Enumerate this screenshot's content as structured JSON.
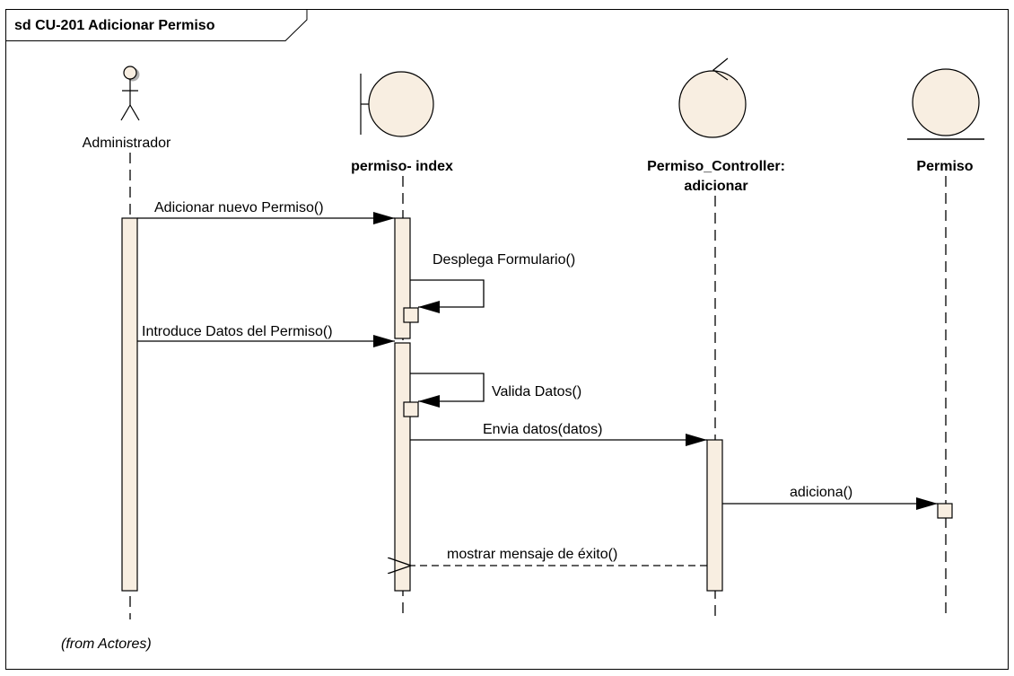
{
  "frame": {
    "title": "sd CU-201 Adicionar Permiso"
  },
  "lifelines": {
    "actor": {
      "name": "Administrador",
      "note": "(from Actores)",
      "icon": "actor-stick-figure-icon"
    },
    "boundary": {
      "name": "permiso- index",
      "icon": "boundary-icon"
    },
    "control": {
      "name_line1": "Permiso_Controller:",
      "name_line2": "adicionar",
      "icon": "control-icon"
    },
    "entity": {
      "name": "Permiso",
      "icon": "entity-icon"
    }
  },
  "messages": {
    "m1": "Adicionar nuevo Permiso()",
    "m2": "Desplega Formulario()",
    "m3": "Introduce Datos del Permiso()",
    "m4": "Valida Datos()",
    "m5": "Envia datos(datos)",
    "m6": "adiciona()",
    "m7": "mostrar mensaje de éxito()"
  },
  "colors": {
    "element_fill": "#f8eee1",
    "line": "#000000",
    "frame_bg": "#ffffff"
  }
}
